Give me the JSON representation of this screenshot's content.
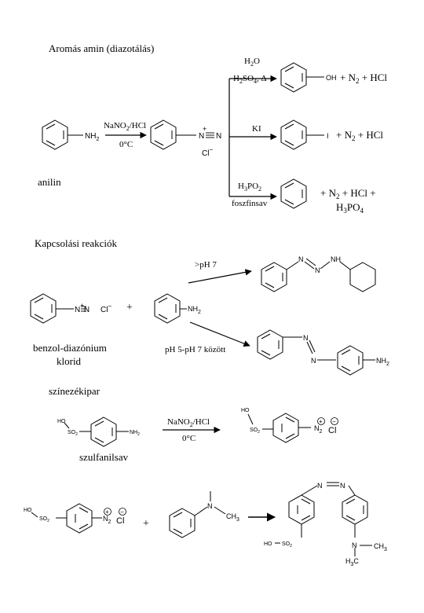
{
  "sections": {
    "diazotization": "Aromás amin (diazotálás)",
    "coupling": "Kapcsolási reakciók",
    "dye_industry": "színezékipar"
  },
  "compounds": {
    "anilin": "anilin",
    "benzol_diazonium_line1": "benzol-diazónium",
    "benzol_diazonium_line2": "klorid",
    "szulfanilsav": "szulfanilsav",
    "foszfinsav": "foszfinsav"
  },
  "atoms": {
    "nh2": "NH",
    "sub2": "2",
    "oh": "OH",
    "i": "I",
    "n": "N",
    "nh": "NH",
    "plus": "+",
    "minus": "−",
    "cl": "Cl",
    "ch3": "CH",
    "sub3": "3",
    "h3c": "H",
    "ho": "HO",
    "so2": "SO",
    "o": "O"
  },
  "reagents": {
    "nano2": "NaNO",
    "hcl": "/HCl",
    "zero_c": "0°C",
    "h2o": "H",
    "h2so4": "H",
    "so4": "SO",
    "delta": ", Δ",
    "ki": "KI",
    "h3po2": "H",
    "po2": "PO",
    "ph7": ">pH 7",
    "ph57": "pH 5-pH 7 között"
  },
  "products": {
    "n2": "+ N",
    "hcl": "+ HCl",
    "hcl_plus": "+ HCl +",
    "h3po4": "H",
    "po4": "PO",
    "sub4": "4"
  }
}
